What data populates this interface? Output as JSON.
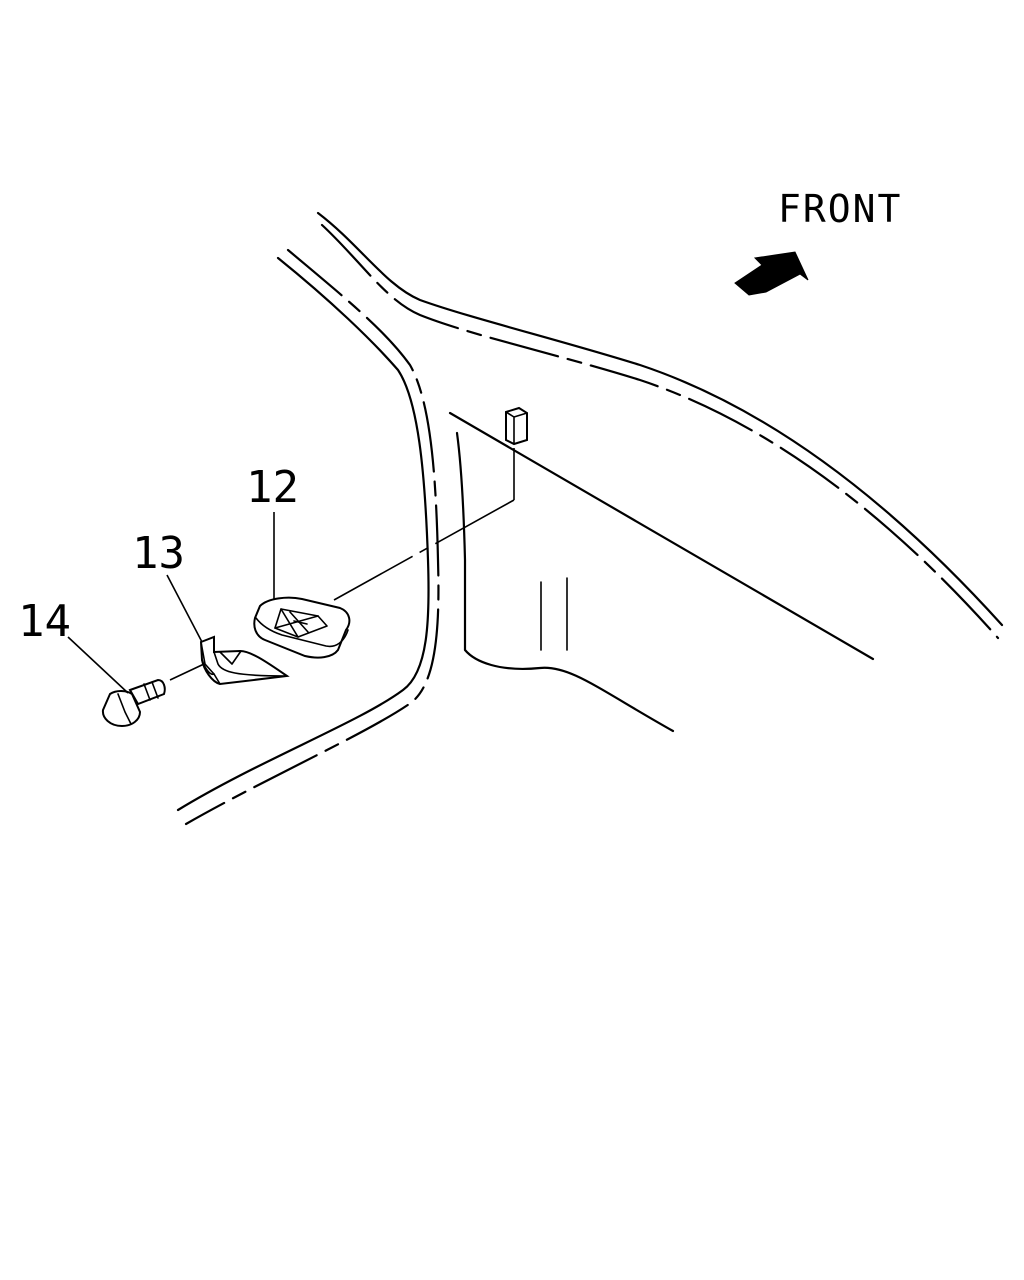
{
  "direction": {
    "label": "FRONT",
    "icon": "arrow-icon"
  },
  "callouts": [
    {
      "id": "part-12",
      "label": "12"
    },
    {
      "id": "part-13",
      "label": "13"
    },
    {
      "id": "part-14",
      "label": "14"
    }
  ],
  "colors": {
    "ink": "#000000",
    "background": "#ffffff"
  }
}
